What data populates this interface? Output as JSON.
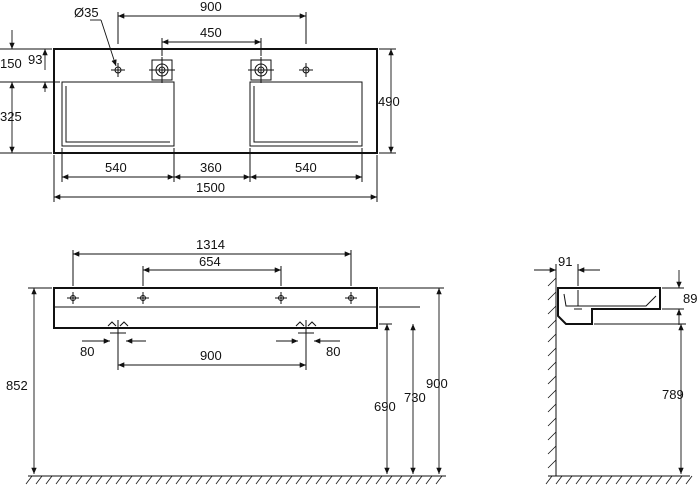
{
  "top_view": {
    "hole_diameter": "Ø35",
    "overall_width": "1500",
    "depth": "490",
    "basin_width_left": "540",
    "basin_width_right": "540",
    "middle_gap": "360",
    "tap_spacing": "900",
    "drain_spacing": "450",
    "edge_150": "150",
    "edge_93": "93",
    "basin_depth": "325"
  },
  "front_view": {
    "outer_holes_spacing": "1314",
    "inner_holes_spacing": "654",
    "waste_spacing": "900",
    "waste_offset_left": "80",
    "waste_offset_right": "80",
    "height_852": "852",
    "height_690": "690",
    "height_730": "730",
    "height_900": "900"
  },
  "side_view": {
    "top_depth": "91",
    "thickness": "89",
    "height": "789"
  }
}
